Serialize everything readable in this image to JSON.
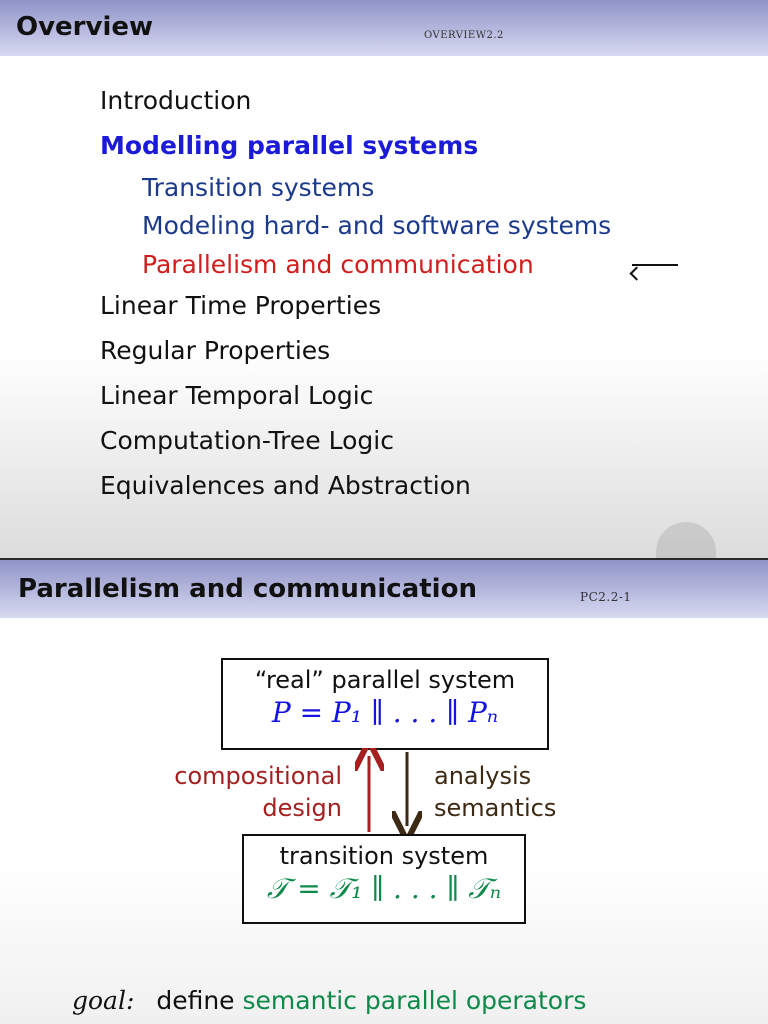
{
  "slide1": {
    "title": "Overview",
    "tag": "OVERVIEW2.2",
    "items": [
      {
        "label": "Introduction"
      },
      {
        "label": "Modelling parallel systems"
      },
      {
        "label": "Transition systems"
      },
      {
        "label": "Modeling hard- and software systems"
      },
      {
        "label": "Parallelism and communication"
      },
      {
        "label": "Linear Time Properties"
      },
      {
        "label": "Regular Properties"
      },
      {
        "label": "Linear Temporal Logic"
      },
      {
        "label": "Computation-Tree Logic"
      },
      {
        "label": "Equivalences and Abstraction"
      }
    ],
    "current_arrow": "⟵",
    "colors": {
      "section": "#1a1ad8",
      "subsection": "#1b3a8c",
      "current": "#d21d1d"
    }
  },
  "slide2": {
    "title": "Parallelism and communication",
    "tag": "PC2.2-1",
    "top_box": {
      "label": "“real” parallel system",
      "formula": "P = P₁ ∥ . . . ∥ Pₙ"
    },
    "bottom_box": {
      "label": "transition system",
      "formula": "𝒯 = 𝒯₁ ∥ . . . ∥ 𝒯ₙ"
    },
    "left_label": {
      "line1": "compositional",
      "line2": "design"
    },
    "right_label": {
      "line1": "analysis",
      "line2": "semantics"
    },
    "goal": {
      "label": "goal:",
      "text": "define",
      "highlight": "semantic parallel operators"
    },
    "colors": {
      "up_arrow": "#a52020",
      "down_arrow": "#3d2a14",
      "formula_top": "#1414e0",
      "formula_bottom": "#0d8a4a"
    }
  }
}
